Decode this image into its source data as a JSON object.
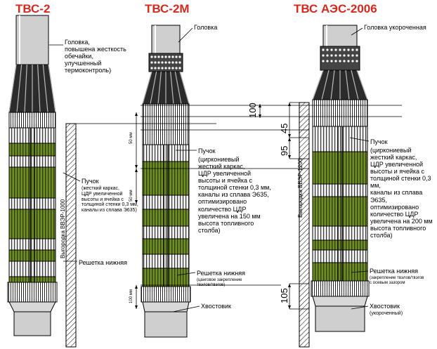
{
  "titles": {
    "tvs2": "ТВС-2",
    "tvs2m": "ТВС-2М",
    "aes2006": "ТВС АЭС-2006"
  },
  "tvs2": {
    "head_callout": "Головка,\nповышена жесткость\nобечайки,\nулучшенный\nтермоконтроль)",
    "bundle_title": "Пучок",
    "bundle_text": "(жесткий каркас,\nЦДР увеличенной\nвысоты и ячейка с\nтолщиной стенки 0,3 мм,\nканалы из сплава Э635)",
    "grid_label": "Решетка нижняя",
    "unload_label": "Выгородка ВВЭР-1000",
    "dim_50a": "50 мм",
    "dim_50b": "50 мм",
    "dim_100": "100 мм"
  },
  "tvs2m": {
    "head_callout": "Головка",
    "bundle_title": "Пучок",
    "bundle_text": "(циркониевый\nжесткий каркас,\nЦДР увеличенной\nвысоты и ячейка с\nтолщиной стенки 0,3 мм,\nканалы из сплава Э635,\nоптимизировано\nколичество ЦДР\nувеличена на 150 мм\nвысота топливного\nстолба)",
    "grid_label": "Решетка нижняя",
    "grid_note": "(цанговое закрепление\nтвэлов/твэгов)",
    "tail_label": "Хвостовик"
  },
  "aes2006": {
    "head_callout": "Головка укороченная",
    "bundle_title": "Пучок",
    "bundle_text": "(циркониевый\nжесткий каркас,\nЦДР увеличенной\nвысоты и ячейка с\nтолщиной стенки 0,3 мм,\nканалы из сплава Э635,\nоптимизировано\nколичество ЦДР\nувеличена на 200 мм\nвысота топливного\nстолба)",
    "grid_label": "Решетка нижняя",
    "grid_note": "(закрепление твэлов/твэгов\nс осевым зазором",
    "tail_label": "Хвостовик",
    "tail_note": "(укороченный)",
    "unload_label": "Выгородка ВВЭР-1200"
  },
  "dims": {
    "d100": "100",
    "d45": "45",
    "d95": "95",
    "d105": "105"
  },
  "colors": {
    "title": "#d9281c",
    "fuel_green": "#6f8f22",
    "fuel_dark": "#2f3d10",
    "steel": "#cfcfcf",
    "line": "#000000"
  }
}
